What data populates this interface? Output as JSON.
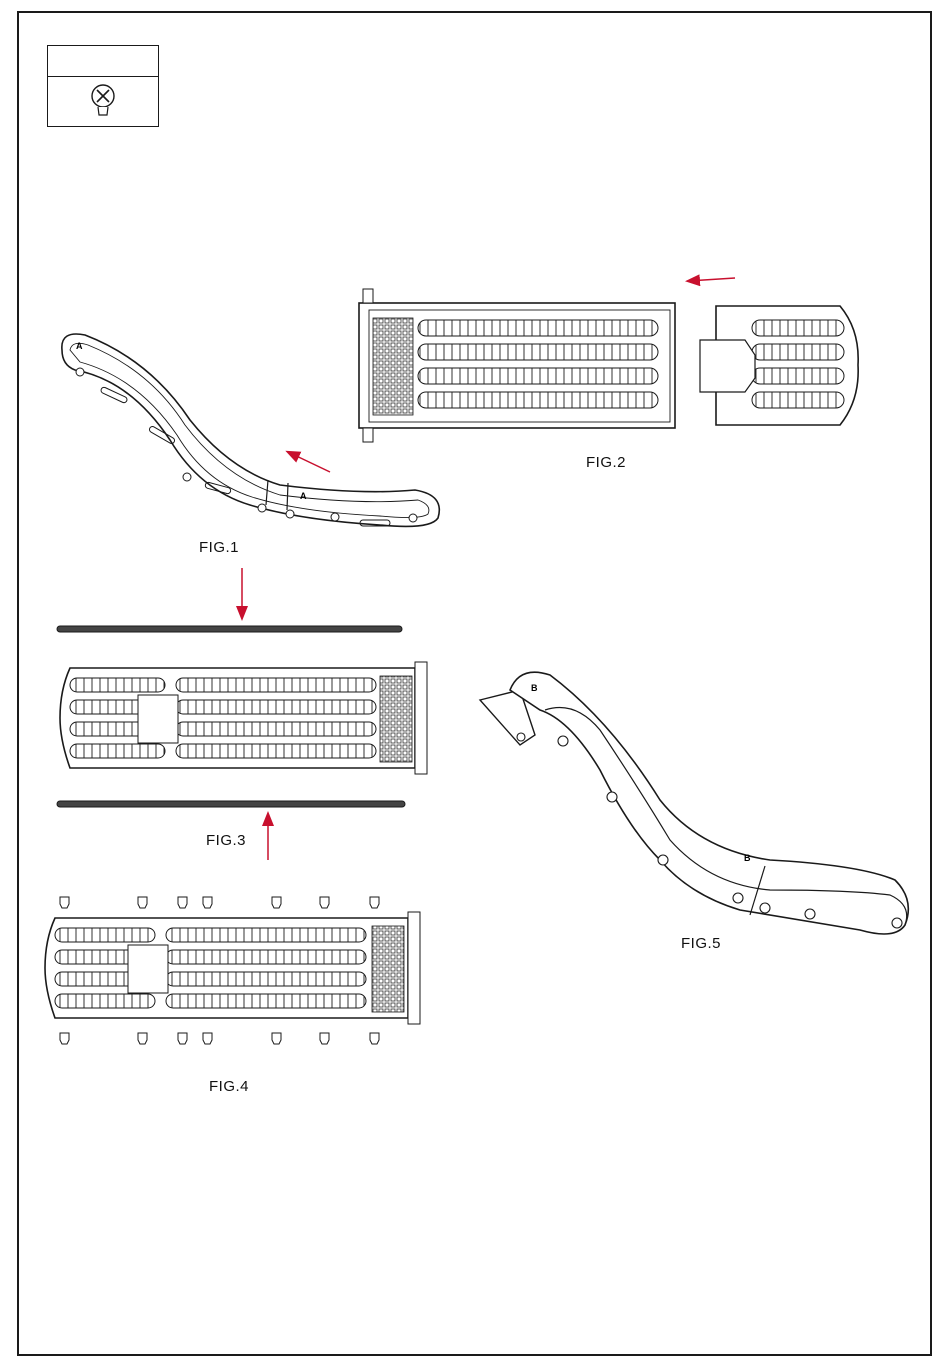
{
  "parts_table": {
    "header": "",
    "item_icon": "screw-icon"
  },
  "figures": {
    "fig1": "FIG.1",
    "fig2": "FIG.2",
    "fig3": "FIG.3",
    "fig4": "FIG.4",
    "fig5": "FIG.5"
  },
  "part_marks": {
    "a": "A",
    "b": "B"
  },
  "colors": {
    "line": "#1a1a1a",
    "arrow": "#c8102e"
  }
}
